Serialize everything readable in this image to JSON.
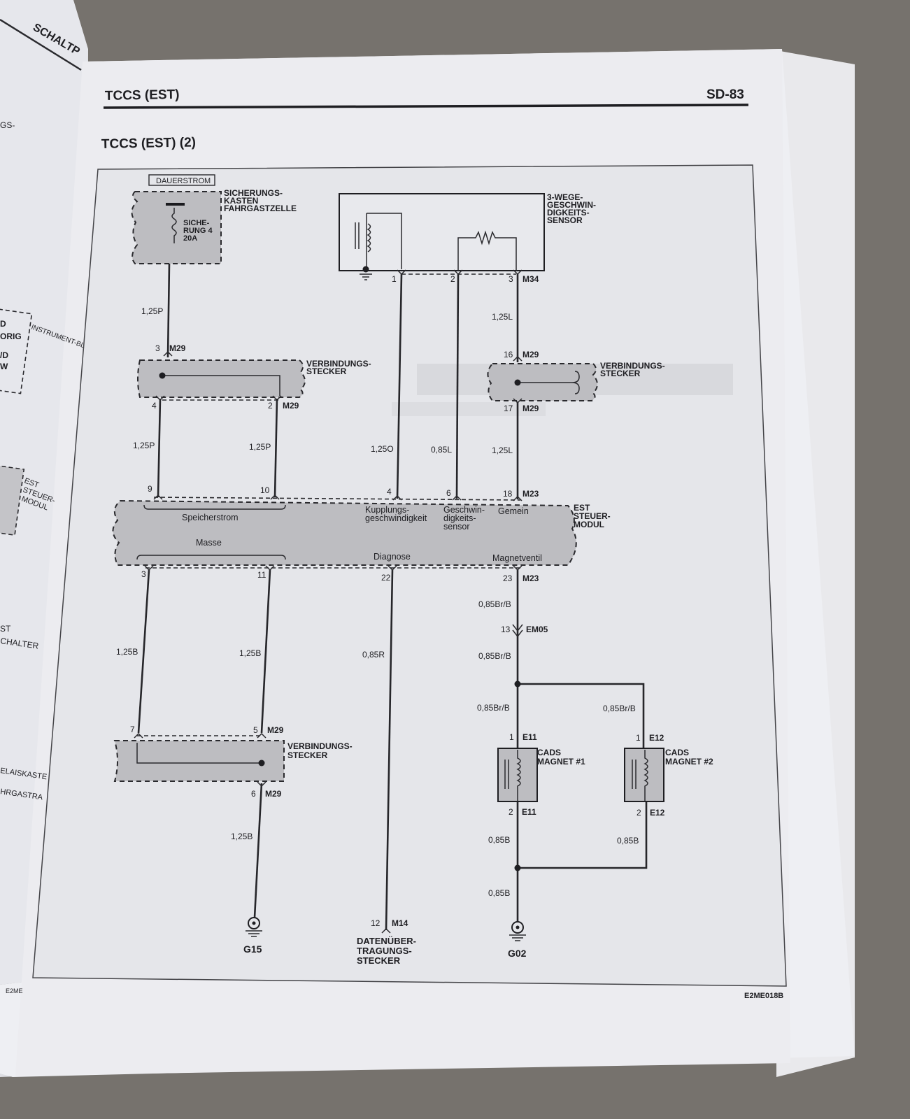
{
  "left_page": {
    "header_fragment": "SCHALTP",
    "fragments": [
      "GS-",
      "INSTRUMENT-BLOCK",
      "D",
      "ORIG",
      "/D",
      "W",
      "EST",
      "STEUER-",
      "MODUL",
      "ST",
      "CHALTER",
      "ELAISKASTE",
      "HRGASTRA",
      "E2ME"
    ]
  },
  "header": {
    "section": "TCCS (EST)",
    "page": "SD-83"
  },
  "diagram_title": "TCCS (EST) (2)",
  "diagram_code": "E2ME018B",
  "components": {
    "dauerstrom": "DAUERSTROM",
    "fuse_box": [
      "SICHERUNGS-",
      "KASTEN",
      "FAHRGASTZELLE"
    ],
    "fuse": [
      "SICHE-",
      "RUNG 4",
      "20A"
    ],
    "speed_sensor": [
      "3-WEGE-",
      "GESCHWIN-",
      "DIGKEITS-",
      "SENSOR"
    ],
    "connector_1": [
      "VERBINDUNGS-",
      "STECKER"
    ],
    "connector_2": [
      "VERBINDUNGS-",
      "STECKER"
    ],
    "connector_3": [
      "VERBINDUNGS-",
      "STECKER"
    ],
    "ecu": [
      "EST",
      "STEUER-",
      "MODUL"
    ],
    "ecu_pins": {
      "speicherstrom": "Speicherstrom",
      "masse": "Masse",
      "kupplung": [
        "Kupplungs-",
        "geschwindigkeit"
      ],
      "geschwindigkeit": [
        "Geschwin-",
        "digkeits-",
        "sensor"
      ],
      "gemein": "Gemein",
      "diagnose": "Diagnose",
      "magnetventil": "Magnetventil"
    },
    "cads1": [
      "CADS",
      "MAGNET #1"
    ],
    "cads2": [
      "CADS",
      "MAGNET #2"
    ],
    "ground_g15": "G15",
    "ground_g02": "G02",
    "data_connector": [
      "DATENÜBER-",
      "TRAGUNGS-",
      "STECKER"
    ]
  },
  "connectors": {
    "m29": "M29",
    "m34": "M34",
    "m23": "M23",
    "em05": "EM05",
    "e11": "E11",
    "e12": "E12",
    "m14": "M14"
  },
  "pins": {
    "p1": "1",
    "p2": "2",
    "p3": "3",
    "p4": "4",
    "p5": "5",
    "p6": "6",
    "p7": "7",
    "p9": "9",
    "p10": "10",
    "p11": "11",
    "p12": "12",
    "p13": "13",
    "p16": "16",
    "p17": "17",
    "p18": "18",
    "p22": "22",
    "p23": "23"
  },
  "wires": {
    "w125p": "1,25P",
    "w125l": "1,25L",
    "w125o": "1,25O",
    "w085l": "0,85L",
    "w125b": "1,25B",
    "w085r": "0,85R",
    "w085brb": "0,85Br/B",
    "w085b": "0,85B"
  }
}
